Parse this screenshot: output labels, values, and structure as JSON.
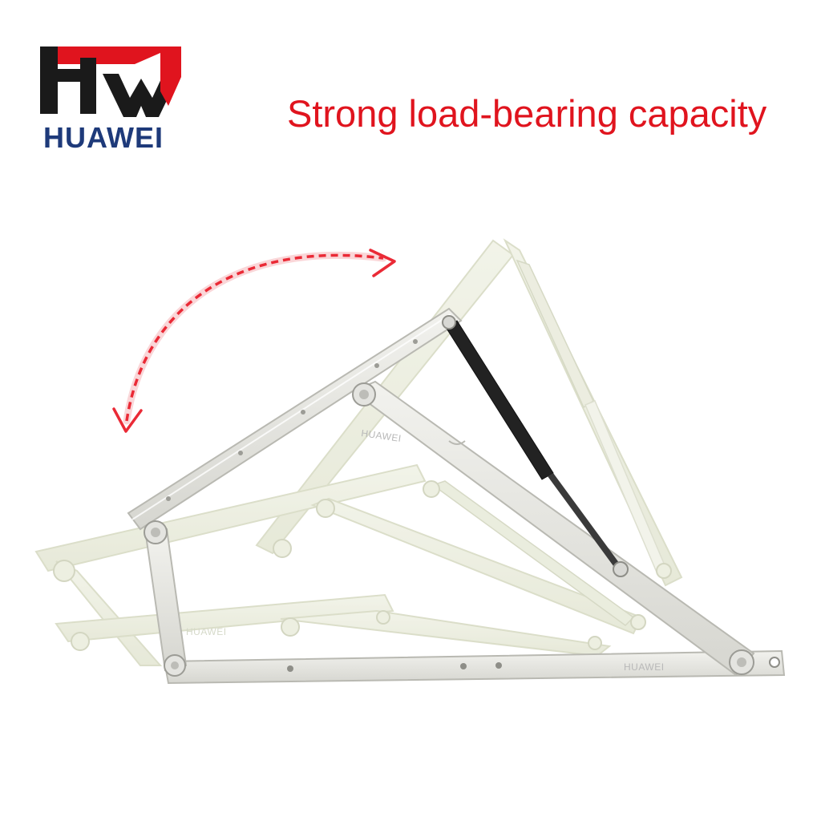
{
  "brand": {
    "name": "HUAWEI",
    "logo_icon": "hw-monogram-icon",
    "colors": {
      "red": "#e0141e",
      "black": "#1a1a1a",
      "navy": "#1e3a7a"
    }
  },
  "headline": "Strong load-bearing capacity",
  "product": {
    "name": "bed lift hinge mechanism",
    "arm_marks": [
      "HUAWEI",
      "HUAWEI",
      "HUAWEI"
    ],
    "motion_icon": "curved-double-arrow-icon"
  }
}
